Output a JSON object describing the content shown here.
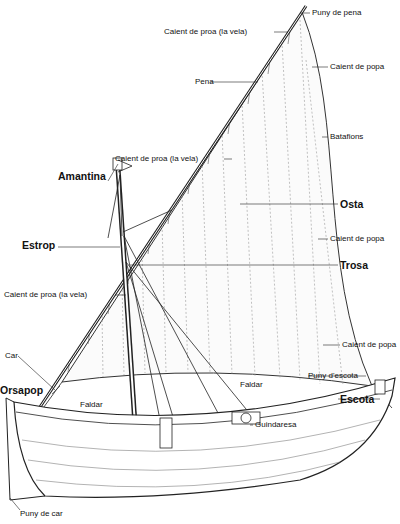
{
  "diagram": {
    "labels": [
      "Puny de pena",
      "Caient de proa (la vela)",
      "Pena",
      "Caient de popa",
      "Batafions",
      "Caient de proa (la vela)",
      "Amantina",
      "Osta",
      "Estrop",
      "Caient de popa",
      "Trosa",
      "Caient de proa (la vela)",
      "Caient de popa",
      "Car",
      "Puny d'escota",
      "Orsapop",
      "Escota",
      "Faldar",
      "Faldar",
      "Guindaresa",
      "Puny de car"
    ]
  }
}
